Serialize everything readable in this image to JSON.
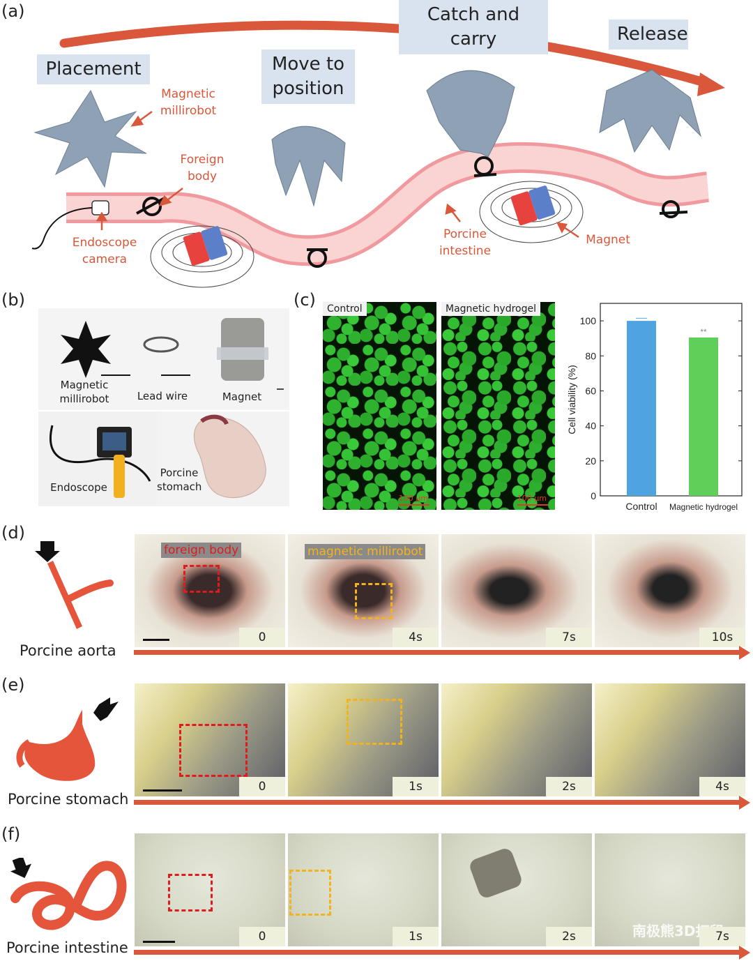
{
  "panels": {
    "a": "(a)",
    "b": "(b)",
    "c": "(c)",
    "d": "(d)",
    "e": "(e)",
    "f": "(f)"
  },
  "panel_a": {
    "steps": {
      "placement": "Placement",
      "move": "Move to position",
      "catch": "Catch and carry",
      "release": "Release"
    },
    "labels": {
      "millirobot": "Magnetic millirobot",
      "foreign_body": "Foreign body",
      "endoscope_camera": "Endoscope camera",
      "porcine_intestine": "Porcine intestine",
      "magnet": "Magnet"
    }
  },
  "panel_b": {
    "items": {
      "millirobot": "Magnetic millirobot",
      "lead_wire": "Lead wire",
      "magnet": "Magnet",
      "endoscope": "Endoscope",
      "stomach": "Porcine stomach"
    }
  },
  "panel_c": {
    "micro_control": "Control",
    "micro_hydrogel": "Magnetic hydrogel",
    "scale_text": "100 μm",
    "significance": "**"
  },
  "chart_data": {
    "type": "bar",
    "categories": [
      "Control",
      "Magnetic hydrogel"
    ],
    "values": [
      100,
      90.5
    ],
    "errors": [
      1.5,
      0
    ],
    "ylabel": "Cell viability (%)",
    "ylim": [
      0,
      110
    ],
    "yticks": [
      0,
      20,
      40,
      60,
      80,
      100
    ],
    "colors": [
      "#4fa3e0",
      "#5fcf5a"
    ]
  },
  "panel_d": {
    "organ": "Porcine aorta",
    "tag_foreign": "foreign body",
    "tag_robot": "magnetic millirobot",
    "times": [
      "0",
      "4s",
      "7s",
      "10s"
    ]
  },
  "panel_e": {
    "organ": "Porcine stomach",
    "times": [
      "0",
      "1s",
      "2s",
      "4s"
    ]
  },
  "panel_f": {
    "organ": "Porcine intestine",
    "times": [
      "0",
      "1s",
      "2s",
      "7s"
    ],
    "watermark": "南极熊3D打印"
  },
  "colors": {
    "accent_red": "#d9573a",
    "intestine_fill": "#fad4d2",
    "robot_gray": "#8fa1b4",
    "dash_red": "#e01b1b",
    "dash_yellow": "#f3b31e"
  }
}
